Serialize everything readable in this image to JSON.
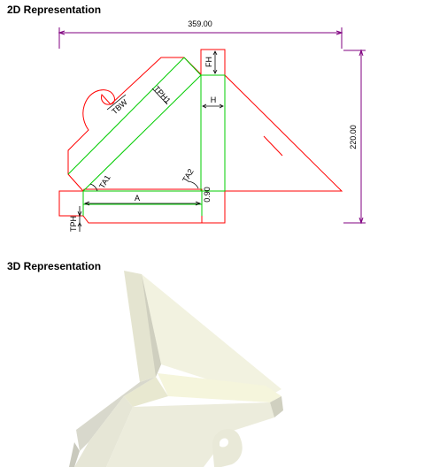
{
  "sections": {
    "two_d_title": "2D Representation",
    "three_d_title": "3D Representation"
  },
  "dimensions": {
    "width": "359.00",
    "height": "220.00",
    "fh": "FH",
    "h": "H",
    "tbw": "TBW",
    "tph1": "TPH1",
    "ta1": "TA1",
    "ta2": "TA2",
    "a": "A",
    "angle": "0.90",
    "tph": "TPH"
  },
  "colors": {
    "cut_line": "#ff0000",
    "crease_line": "#00cc00",
    "dimension_line": "#800080",
    "panel_light": "#f0f0dc",
    "panel_shadow": "#d8d8cc"
  }
}
